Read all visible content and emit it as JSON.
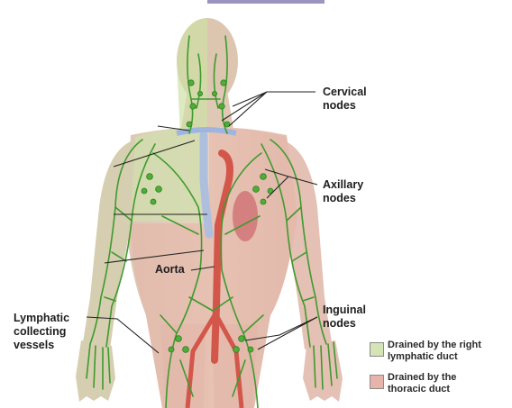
{
  "labels": {
    "cervical": [
      "Cervical",
      "nodes"
    ],
    "axillary": [
      "Axillary",
      "nodes"
    ],
    "aorta": [
      "Aorta"
    ],
    "inguinal": [
      "Inguinal",
      "nodes"
    ],
    "lymphatic": [
      "Lymphatic",
      "collecting",
      "vessels"
    ]
  },
  "legend": [
    {
      "lines": [
        "Drained by the right",
        "lymphatic duct"
      ],
      "color": "#d4e4b4"
    },
    {
      "lines": [
        "Drained by the",
        "thoracic duct"
      ],
      "color": "#e7b4ac"
    }
  ],
  "colors": {
    "right_region": "#d4e4b4",
    "thoracic_region": "#e7b4ac",
    "vessels": "#3f9a2e",
    "aorta": "#d2574a",
    "duct": "#aebfde"
  }
}
